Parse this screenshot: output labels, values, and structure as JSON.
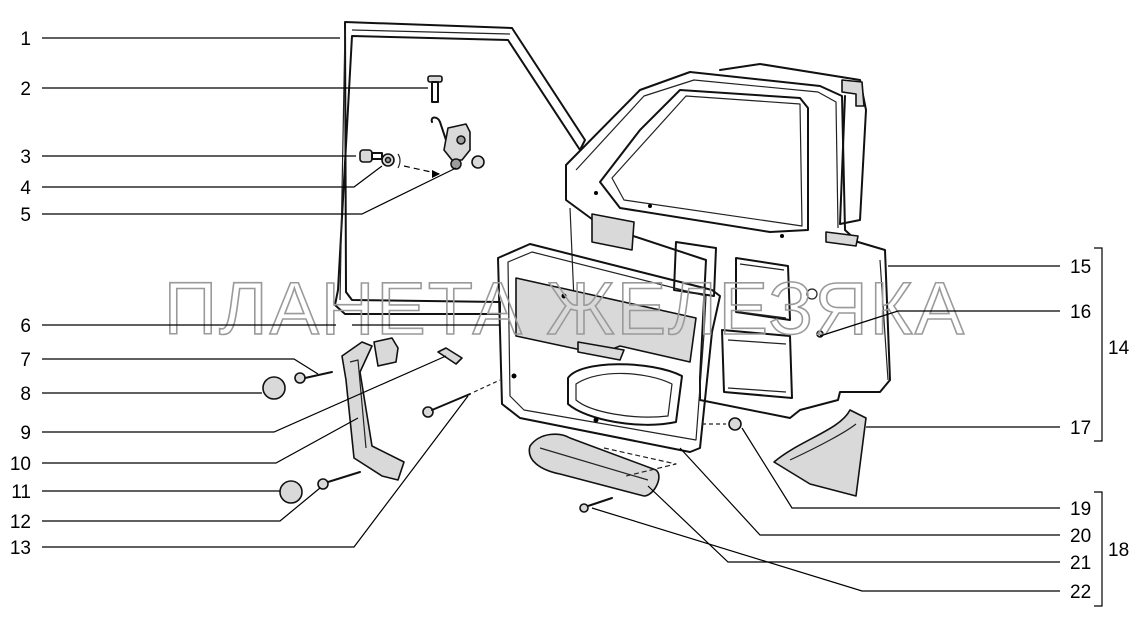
{
  "watermark": "ПЛАНЕТА ЖЕЛЕЗЯКА",
  "callouts_left": [
    "1",
    "2",
    "3",
    "4",
    "5",
    "6",
    "7",
    "8",
    "9",
    "10",
    "11",
    "12",
    "13"
  ],
  "callouts_right": [
    "15",
    "16",
    "17",
    "19",
    "20",
    "21",
    "22"
  ],
  "group_labels": [
    "14",
    "18"
  ]
}
